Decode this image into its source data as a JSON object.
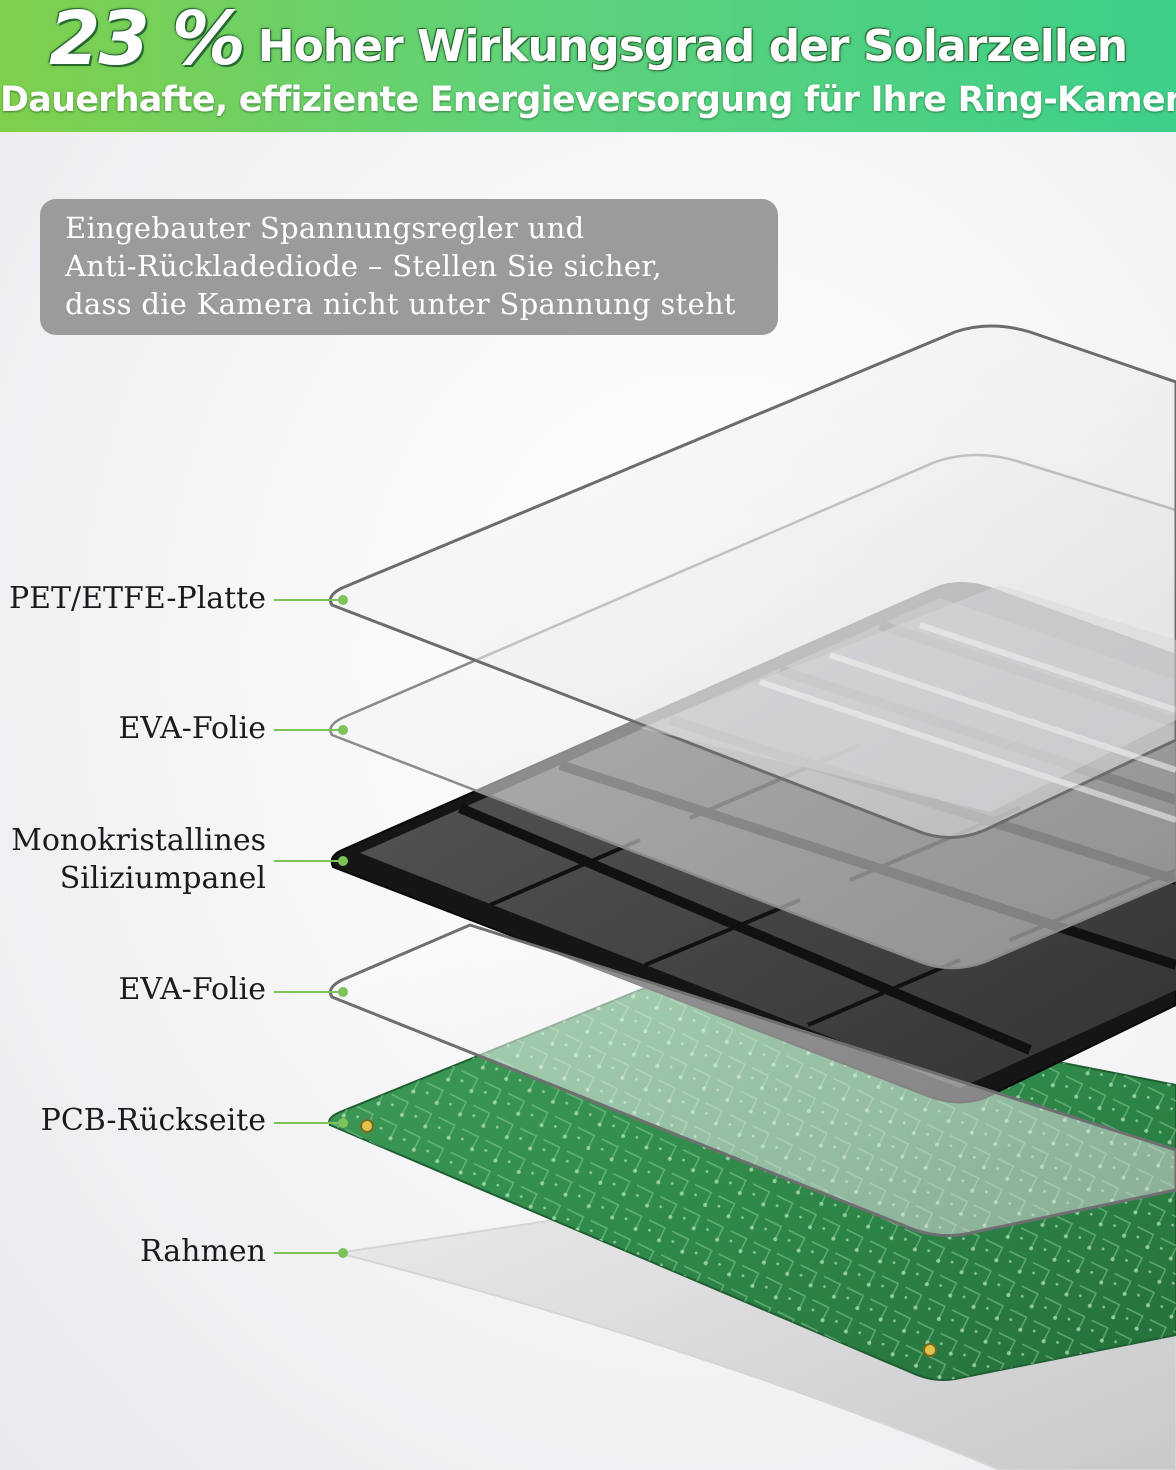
{
  "header": {
    "percent": "23 %",
    "tagline": "Hoher Wirkungsgrad der Solarzellen",
    "subtitle": "Dauerhafte, effiziente Energieversorgung für Ihre Ring-Kamera"
  },
  "notice": {
    "lines": [
      "Eingebauter Spannungsregler und",
      "Anti-Rückladediode – Stellen Sie sicher,",
      "dass die Kamera nicht unter Spannung steht"
    ]
  },
  "layers": [
    {
      "lines": [
        "PET/ETFE-Platte"
      ]
    },
    {
      "lines": [
        "EVA-Folie"
      ]
    },
    {
      "lines": [
        "Monokristallines",
        "Siliziumpanel"
      ]
    },
    {
      "lines": [
        "EVA-Folie"
      ]
    },
    {
      "lines": [
        "PCB-Rückseite"
      ]
    },
    {
      "lines": [
        "Rahmen"
      ]
    }
  ],
  "colors": {
    "banner_start": "#7fcf4c",
    "banner_end": "#3ecf8a",
    "leader_line": "#7cc35a",
    "pcb_green": "#2f8a4a",
    "solar_cell": "#3a3a3a",
    "notice_bg": "#9b9b9c"
  }
}
